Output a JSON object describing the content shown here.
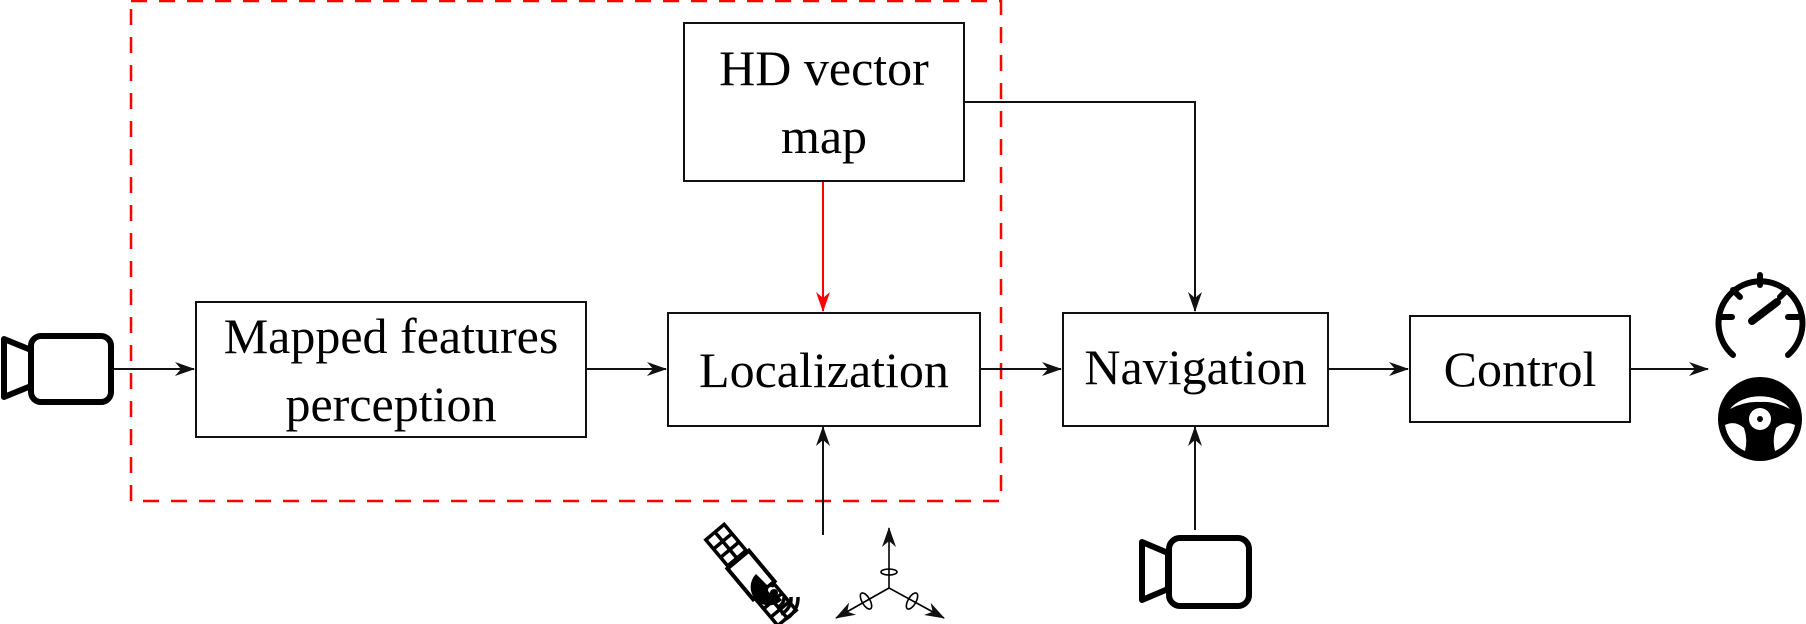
{
  "diagram": {
    "title": "HD map-based localization pipeline",
    "colors": {
      "stroke": "#111111",
      "highlight": "#ff0000",
      "background": "#ffffff"
    },
    "highlight_region": {
      "label": "",
      "style": "dashed",
      "contains": [
        "hd_vector_map",
        "mapped_features_perception",
        "localization"
      ]
    },
    "blocks": {
      "hd_vector_map": {
        "label": "HD vector\nmap"
      },
      "mapped_features_perception": {
        "label": "Mapped features\nperception"
      },
      "localization": {
        "label": "Localization"
      },
      "navigation": {
        "label": "Navigation"
      },
      "control": {
        "label": "Control"
      }
    },
    "icons": {
      "input_camera_left": "camera-icon",
      "input_camera_bottom": "camera-icon",
      "gnss_satellite": "satellite-icon",
      "imu": "imu-axes-icon",
      "speedometer": "speedometer-icon",
      "steering_wheel": "steering-wheel-icon"
    },
    "edges": [
      {
        "from": "input_camera_left",
        "to": "mapped_features_perception",
        "color": "black"
      },
      {
        "from": "mapped_features_perception",
        "to": "localization",
        "color": "black"
      },
      {
        "from": "hd_vector_map",
        "to": "localization",
        "color": "red"
      },
      {
        "from": "hd_vector_map",
        "to": "navigation",
        "color": "black"
      },
      {
        "from": "gnss_satellite",
        "to": "localization",
        "color": "black"
      },
      {
        "from": "imu",
        "to": "localization",
        "color": "black"
      },
      {
        "from": "localization",
        "to": "navigation",
        "color": "black"
      },
      {
        "from": "input_camera_bottom",
        "to": "navigation",
        "color": "black"
      },
      {
        "from": "navigation",
        "to": "control",
        "color": "black"
      },
      {
        "from": "control",
        "to": "speedometer",
        "color": "black"
      },
      {
        "from": "control",
        "to": "steering_wheel",
        "color": "black"
      }
    ]
  }
}
